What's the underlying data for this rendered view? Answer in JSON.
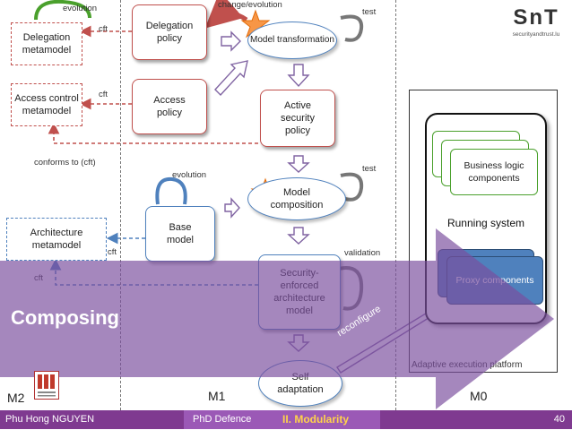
{
  "labels": {
    "evolution_top": "evolution",
    "cft_1": "cft",
    "cft_2": "cft",
    "cft_3": "cft",
    "cft_4": "cft",
    "change_evolution": "change/evolution",
    "test_1": "test",
    "test_2": "test",
    "evolution_mid": "evolution",
    "conforms_to": "conforms to (cft)",
    "validation": "validation",
    "reconfigure": "reconfigure"
  },
  "boxes": {
    "delegation_metamodel": "Delegation metamodel",
    "access_control_metamodel": "Access control metamodel",
    "architecture_metamodel": "Architecture metamodel",
    "delegation_policy": "Delegation policy",
    "access_policy": "Access policy",
    "base_model": "Base model",
    "model_transformation": "Model transformation",
    "active_security_policy": "Active security policy",
    "model_composition": "Model composition",
    "security_enforced_model": "Security-enforced architecture model",
    "self_adaptation": "Self adaptation",
    "business_logic": "Business logic components",
    "proxy_components": "Proxy components"
  },
  "platform": {
    "running_system": "Running system",
    "adaptive_platform": "Adaptive execution platform"
  },
  "banner": {
    "text": "Composing"
  },
  "levels": {
    "m2": "M2",
    "m1": "M1",
    "m0": "M0"
  },
  "logo": {
    "text": "SnT",
    "subtext": "securityandtrust.lu"
  },
  "footer": {
    "author": "Phu Hong NGUYEN",
    "event": "PhD Defence",
    "section": "II. Modularity",
    "page": "40"
  },
  "colors": {
    "red": "#c0504d",
    "blue": "#4f81bd",
    "green": "#4aa02c",
    "purple": "#8064a2",
    "footer_dark": "#7f3a90",
    "footer_light": "#9b59b6"
  }
}
